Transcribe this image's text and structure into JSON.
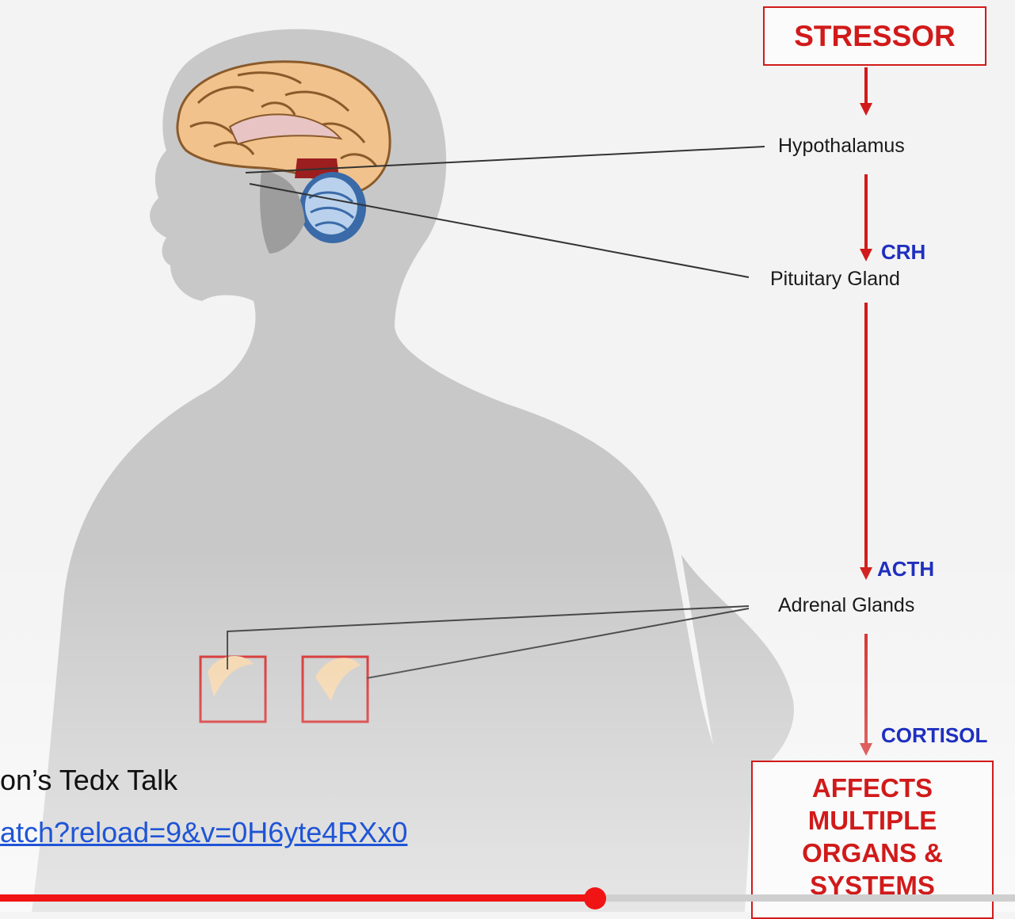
{
  "diagram": {
    "stressor": "STRESSOR",
    "steps": {
      "hypothalamus": "Hypothalamus",
      "pituitary": "Pituitary Gland",
      "adrenal": "Adrenal Glands"
    },
    "hormones": {
      "crh": "CRH",
      "acth": "ACTH",
      "cortisol": "CORTISOL"
    },
    "outcome": [
      "AFFECTS",
      "MULTIPLE",
      "ORGANS &",
      "SYSTEMS"
    ]
  },
  "caption": {
    "title": "on’s Tedx Talk",
    "link": "atch?reload=9&v=0H6yte4RXx0"
  },
  "player": {
    "progress_percent": 59
  },
  "colors": {
    "accent_red": "#d11a1a",
    "hormone_blue": "#1f2fbf",
    "silhouette": "#c7c7c7",
    "link_blue": "#1f55d6"
  }
}
